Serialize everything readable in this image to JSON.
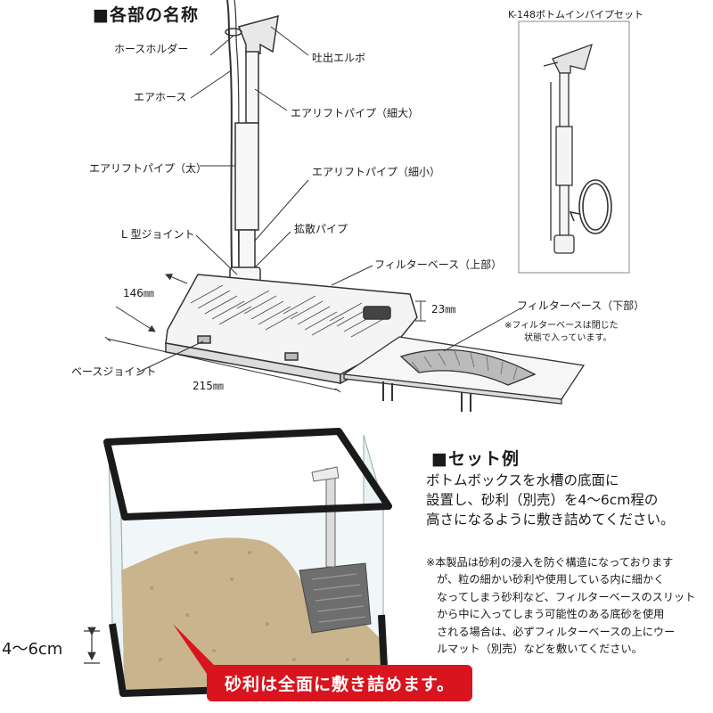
{
  "parts_section": {
    "title": "■各部の名称",
    "labels": {
      "hose_holder": "ホースホルダー",
      "outlet_elbow": "吐出エルボ",
      "air_hose": "エアホース",
      "airlift_pipe_thin_large": "エアリフトパイプ（細大）",
      "airlift_pipe_thick": "エアリフトパイプ（太）",
      "airlift_pipe_thin_small": "エアリフトパイプ（細小）",
      "l_joint": "L 型ジョイント",
      "diffuser_pipe": "拡散パイプ",
      "filter_base_upper": "フィルターベース（上部）",
      "filter_base_lower": "フィルターベース（下部）",
      "filter_base_note_1": "※フィルターベースは閉じた",
      "filter_base_note_2": "状態で入っています。",
      "base_joint": "ベースジョイント"
    },
    "dimensions": {
      "depth": "146㎜",
      "height": "23㎜",
      "width": "215㎜"
    }
  },
  "inset": {
    "title": "K-148ボトムインパイプセット"
  },
  "set_example": {
    "title": "■セット例",
    "lines": [
      "ボトムボックスを水槽の底面に",
      "設置し、砂利（別売）を4～6cm程の",
      "高さになるように敷き詰めてください。"
    ],
    "note_lines": [
      "※本製品は砂利の浸入を防ぐ構造になっております",
      "が、粒の細かい砂利や使用している内に細かく",
      "なってしまう砂利など、フィルターベースのスリット",
      "から中に入ってしまう可能性のある底砂を使用",
      "される場合は、必ずフィルターベースの上にウー",
      "ルマット（別売）などを敷いてください。"
    ],
    "gravel_height": "4～6cm",
    "banner": "砂利は全面に敷き詰めます。"
  }
}
